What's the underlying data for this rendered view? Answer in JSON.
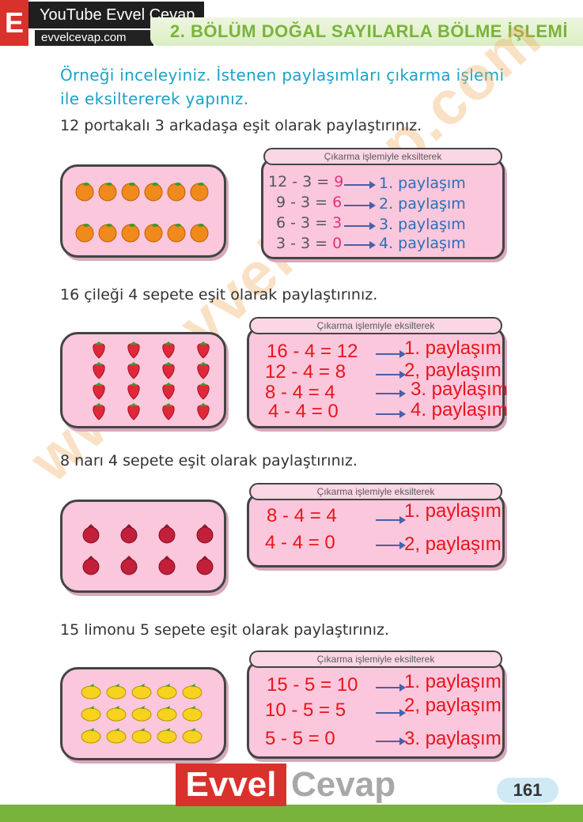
{
  "brand": {
    "letter": "E",
    "youtube": "YouTube Evvel Cevap",
    "url": "evvelcevap.com"
  },
  "chapter_title": "2. BÖLÜM DOĞAL SAYILARLA BÖLME İŞLEMİ",
  "instruction": "Örneği inceleyiniz. İstenen paylaşımları çıkarma işlemi ile eksiltererek yapınız.",
  "answer_header": "Çıkarma işlemiyle eksilterek",
  "problems": [
    {
      "task": "12 portakalı 3 arkadaşa eşit olarak paylaştırınız.",
      "fruit_icon": "orange-icon",
      "rows": [
        {
          "a": "12",
          "b": "3",
          "r": "9",
          "label": "1. paylaşım"
        },
        {
          "a": "9",
          "b": "3",
          "r": "6",
          "label": "2. paylaşım"
        },
        {
          "a": "6",
          "b": "3",
          "r": "3",
          "label": "3. paylaşım"
        },
        {
          "a": "3",
          "b": "3",
          "r": "0",
          "label": "4. paylaşım"
        }
      ]
    },
    {
      "task": "16 çileği 4 sepete eşit olarak paylaştırınız.",
      "fruit_icon": "strawberry-icon",
      "rows": [
        {
          "a": "16",
          "b": "4",
          "r": "12",
          "label": "1. paylaşım"
        },
        {
          "a": "12",
          "b": "4",
          "r": "8",
          "label": "2, paylaşım"
        },
        {
          "a": "8",
          "b": "4",
          "r": "4",
          "label": "3. paylaşım"
        },
        {
          "a": "4",
          "b": "4",
          "r": "0",
          "label": "4. paylaşım"
        }
      ]
    },
    {
      "task": "8 narı 4 sepete eşit olarak paylaştırınız.",
      "fruit_icon": "pomegranate-icon",
      "rows": [
        {
          "a": "8",
          "b": "4",
          "r": "4",
          "label": "1. paylaşım"
        },
        {
          "a": "4",
          "b": "4",
          "r": "0",
          "label": "2, paylaşım"
        }
      ]
    },
    {
      "task": "15 limonu 5 sepete eşit olarak paylaştırınız.",
      "fruit_icon": "lemon-icon",
      "rows": [
        {
          "a": "15",
          "b": "5",
          "r": "10",
          "label": "1. paylaşım"
        },
        {
          "a": "10",
          "b": "5",
          "r": "5",
          "label": "2, paylaşım"
        },
        {
          "a": "5",
          "b": "5",
          "r": "0",
          "label": "3. paylaşım"
        }
      ]
    }
  ],
  "watermark": "www.evvelcevap.com",
  "footer": {
    "logo_left": "Evvel",
    "logo_right": "Cevap",
    "page_number": "161"
  },
  "colors": {
    "accent_green": "#7ab33c",
    "instruction_blue": "#1aa3c8",
    "box_pink": "#fbc7dc",
    "handwriting_red": "#e8151b",
    "brand_red": "#d9312c"
  }
}
